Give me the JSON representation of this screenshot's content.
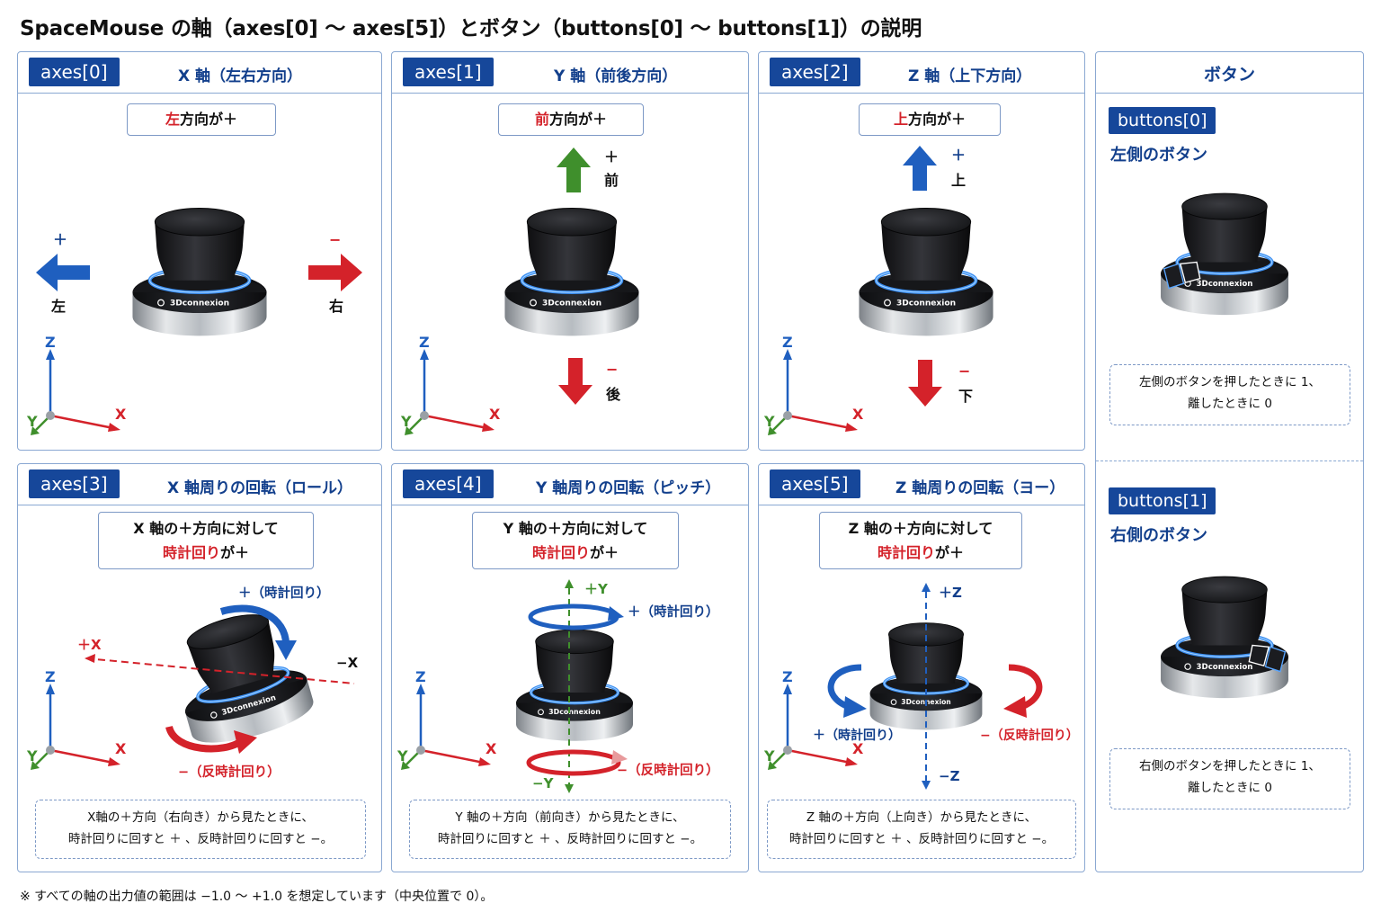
{
  "page_title": "SpaceMouse の軸（axes[0] 〜 axes[5]）とボタン（buttons[0] 〜 buttons[1]）の説明",
  "footnote": "※ すべての軸の出力値の範囲は −1.0 〜 +1.0 を想定しています（中央位置で 0）。",
  "brand_text": "3Dconnexion",
  "axis_letters": {
    "x": "X",
    "y": "Y",
    "z": "Z"
  },
  "panels": {
    "axes0": {
      "tag": "axes[0]",
      "title": "X 軸（左右方向）",
      "dir_red": "左",
      "dir_rest": "方向が＋",
      "plus_sign": "＋",
      "plus_word": "左",
      "minus_sign": "−",
      "minus_word": "右"
    },
    "axes1": {
      "tag": "axes[1]",
      "title": "Y 軸（前後方向）",
      "dir_red": "前",
      "dir_rest": "方向が＋",
      "plus_sign": "＋",
      "plus_word": "前",
      "minus_sign": "−",
      "minus_word": "後"
    },
    "axes2": {
      "tag": "axes[2]",
      "title": "Z 軸（上下方向）",
      "dir_red": "上",
      "dir_rest": "方向が＋",
      "plus_sign": "＋",
      "plus_word": "上",
      "minus_sign": "−",
      "minus_word": "下"
    },
    "axes3": {
      "tag": "axes[3]",
      "title": "X 軸周りの回転（ロール）",
      "rule_line1": "X 軸の＋方向に対して",
      "rule_red": "時計回り",
      "rule_rest": "が＋",
      "cw_label": "＋（時計回り）",
      "ccw_label": "−（反時計回り）",
      "plus_axis": "＋X",
      "minus_axis": "−X",
      "note_line1": "X軸の＋方向（右向き）から見たときに、",
      "note_line2": "時計回りに回すと ＋ 、反時計回りに回すと −。"
    },
    "axes4": {
      "tag": "axes[4]",
      "title": "Y 軸周りの回転（ピッチ）",
      "rule_line1": "Y 軸の＋方向に対して",
      "rule_red": "時計回り",
      "rule_rest": "が＋",
      "cw_label": "＋（時計回り）",
      "ccw_label": "−（反時計回り）",
      "plus_axis": "＋Y",
      "minus_axis": "−Y",
      "note_line1": "Y 軸の＋方向（前向き）から見たときに、",
      "note_line2": "時計回りに回すと ＋ 、反時計回りに回すと −。"
    },
    "axes5": {
      "tag": "axes[5]",
      "title": "Z 軸周りの回転（ヨー）",
      "rule_line1": "Z 軸の＋方向に対して",
      "rule_red": "時計回り",
      "rule_rest": "が＋",
      "cw_label": "＋（時計回り）",
      "ccw_label": "−（反時計回り）",
      "plus_axis": "＋Z",
      "minus_axis": "−Z",
      "note_line1": "Z 軸の＋方向（上向き）から見たときに、",
      "note_line2": "時計回りに回すと ＋ 、反時計回りに回すと −。"
    },
    "buttons": {
      "title": "ボタン",
      "btn0_tag": "buttons[0]",
      "btn0_sub": "左側のボタン",
      "btn0_line1": "左側のボタンを押したときに 1、",
      "btn0_line2": "離したときに 0",
      "btn1_tag": "buttons[1]",
      "btn1_sub": "右側のボタン",
      "btn1_line1": "右側のボタンを押したときに 1、",
      "btn1_line2": "離したときに 0"
    }
  },
  "colors": {
    "navy": "#16479a",
    "red": "#d4222a",
    "blue": "#1f5fbf",
    "green": "#3f8f2c",
    "frame": "#8aa8d2"
  }
}
